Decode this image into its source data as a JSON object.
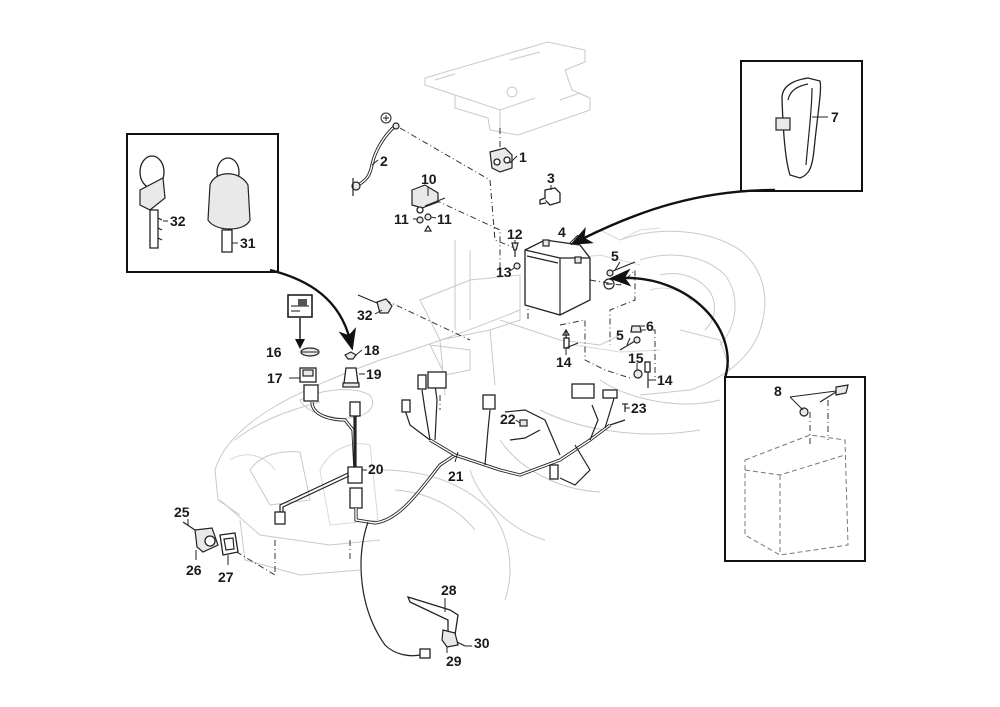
{
  "diagram": {
    "type": "exploded-parts-diagram",
    "subject": "Ride-on mower electrical system (battery, wiring harness, switches, ignition)",
    "symbols": {
      "positive": "⊕",
      "negative": "⊖"
    },
    "callouts": [
      {
        "id": "c1",
        "label": "1",
        "part": "seat-switch"
      },
      {
        "id": "c2",
        "label": "2",
        "part": "positive-battery-cable"
      },
      {
        "id": "c3",
        "label": "3",
        "part": "relay-cap"
      },
      {
        "id": "c4",
        "label": "4",
        "part": "battery"
      },
      {
        "id": "c5a",
        "label": "5",
        "part": "negative-cable-terminal"
      },
      {
        "id": "c5b",
        "label": "5",
        "part": "ground-cable"
      },
      {
        "id": "c6",
        "label": "6",
        "part": "nut"
      },
      {
        "id": "c7",
        "label": "7",
        "part": "battery-strap"
      },
      {
        "id": "c8",
        "label": "8",
        "part": "battery-terminal-bolt-and-nut"
      },
      {
        "id": "c10",
        "label": "10",
        "part": "bracket"
      },
      {
        "id": "c11a",
        "label": "11",
        "part": "nut"
      },
      {
        "id": "c11b",
        "label": "11",
        "part": "nut"
      },
      {
        "id": "c12",
        "label": "12",
        "part": "screw"
      },
      {
        "id": "c13",
        "label": "13",
        "part": "washer"
      },
      {
        "id": "c14a",
        "label": "14",
        "part": "fuse-holder"
      },
      {
        "id": "c14b",
        "label": "14",
        "part": "fuse-holder"
      },
      {
        "id": "c15",
        "label": "15",
        "part": "cap"
      },
      {
        "id": "c16",
        "label": "16",
        "part": "switch-lens"
      },
      {
        "id": "c17",
        "label": "17",
        "part": "rocker-switch"
      },
      {
        "id": "c18",
        "label": "18",
        "part": "ignition-nut"
      },
      {
        "id": "c19",
        "label": "19",
        "part": "ignition-switch"
      },
      {
        "id": "c20",
        "label": "20",
        "part": "connector"
      },
      {
        "id": "c21",
        "label": "21",
        "part": "main-wiring-harness"
      },
      {
        "id": "c22",
        "label": "22",
        "part": "fuse"
      },
      {
        "id": "c23",
        "label": "23",
        "part": "screw"
      },
      {
        "id": "c25",
        "label": "25",
        "part": "screw"
      },
      {
        "id": "c26",
        "label": "26",
        "part": "power-socket"
      },
      {
        "id": "c27",
        "label": "27",
        "part": "gasket"
      },
      {
        "id": "c28",
        "label": "28",
        "part": "pedal-bracket"
      },
      {
        "id": "c29",
        "label": "29",
        "part": "switch"
      },
      {
        "id": "c30",
        "label": "30",
        "part": "screw"
      },
      {
        "id": "c31",
        "label": "31",
        "part": "key"
      },
      {
        "id": "c32a",
        "label": "32",
        "part": "key"
      },
      {
        "id": "c32b",
        "label": "32",
        "part": "switch"
      }
    ],
    "insets": [
      {
        "id": "keys-inset",
        "callouts": [
          "31",
          "32"
        ]
      },
      {
        "id": "strap-inset",
        "callouts": [
          "7"
        ]
      },
      {
        "id": "battery-terminal-inset",
        "callouts": [
          "8"
        ]
      }
    ]
  }
}
